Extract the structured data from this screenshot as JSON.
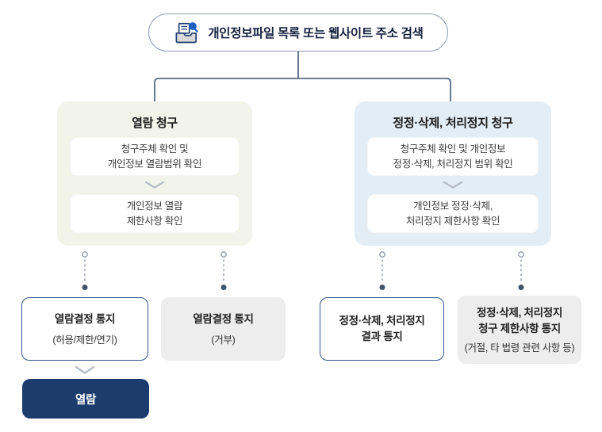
{
  "colors": {
    "navy": "#1d3c6e",
    "outline_navy": "#35548a",
    "line_slate": "#5a6a85",
    "panel_left_bg": "#f2f4e9",
    "panel_right_bg": "#e3edf6",
    "gray_box_bg": "#ededed",
    "pill_border": "#8d99ac",
    "search_icon_blue": "#1f5fc4"
  },
  "header": {
    "title": "개인정보파일 목록 또는 웹사이트 주소 검색",
    "icon": "file-search-icon"
  },
  "panels": [
    {
      "title": "열람 청구",
      "steps": [
        {
          "lines": [
            "청구주체 확인 및",
            "개인정보 열람범위 확인"
          ]
        },
        {
          "lines": [
            "개인정보 열람",
            "제한사항 확인"
          ]
        }
      ]
    },
    {
      "title": "정정·삭제, 처리정지 청구",
      "steps": [
        {
          "lines": [
            "청구주체 확인 및 개인정보",
            "정정·삭제, 처리정지 범위 확인"
          ]
        },
        {
          "lines": [
            "개인정보 정정·삭제,",
            "처리정지 제한사항 확인"
          ]
        }
      ]
    }
  ],
  "outcomes": [
    {
      "variant": "outlined",
      "lines": [
        "열람결정 통지"
      ],
      "note": "(허용/제한/연기)"
    },
    {
      "variant": "gray",
      "lines": [
        "열람결정 통지"
      ],
      "note": "(거부)"
    },
    {
      "variant": "outlined",
      "lines": [
        "정정·삭제, 처리정지",
        "결과 통지"
      ],
      "note": ""
    },
    {
      "variant": "gray",
      "lines": [
        "정정·삭제, 처리정지",
        "청구 제한사항 통지"
      ],
      "note": "(거절, 타 법령 관련 사항 등)"
    }
  ],
  "final_step": {
    "label": "열람"
  }
}
